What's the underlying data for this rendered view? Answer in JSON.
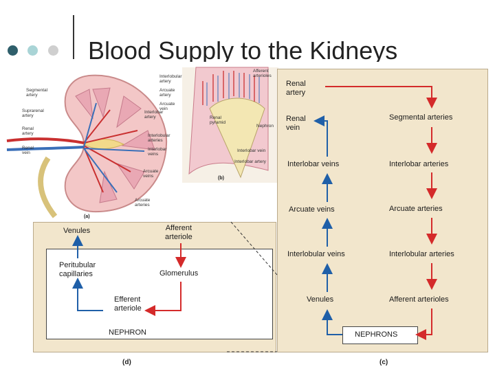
{
  "slide": {
    "title": "Blood Supply to the Kidneys",
    "bullet_colors": [
      "#2f5f6b",
      "#a9d4d6",
      "#cfcfcf"
    ]
  },
  "panel_a": {
    "letter": "(a)",
    "labels": {
      "segmental_artery": "Segmental\nartery",
      "suprarenal_artery": "Suprarenal\nartery",
      "renal_artery": "Renal\nartery",
      "renal_vein": "Renal\nvein",
      "interlobular_artery": "Interlobular\nartery",
      "arcuate_artery": "Arcuate\nartery",
      "arcuate_vein": "Arcuate\nvein",
      "interlobar_artery": "Interlobar\nartery",
      "interlobular_arteries": "Interlobular\narteries",
      "interlobar_veins": "Interlobar\nveins",
      "arcuate_veins": "Arcuate\nveins",
      "arcuate_arteries": "Arcuate\narteries"
    }
  },
  "panel_b": {
    "letter": "(b)",
    "labels": {
      "afferent_arterioles": "Afferent\narterioles",
      "renal_pyramid": "Renal\npyramid",
      "nephron": "Nephron",
      "interlobar_vein": "Interlobar vein",
      "interlobar_artery": "Interlobar artery"
    }
  },
  "panel_c": {
    "letter": "(c)",
    "left_column": [
      "Renal\nvein",
      "Interlobar veins",
      "Arcuate veins",
      "Interlobular veins",
      "Venules"
    ],
    "right_column": [
      "Renal\nartery",
      "Segmental arteries",
      "Interlobar arteries",
      "Arcuate arteries",
      "Interlobular arteries",
      "Afferent arterioles"
    ],
    "nephrons_box": "NEPHRONS",
    "artery_color": "#d42a2a",
    "vein_color": "#1f5fa8"
  },
  "panel_d": {
    "letter": "(d)",
    "venules": "Venules",
    "afferent_arteriole": "Afferent\narteriole",
    "peritubular_capillaries": "Peritubular\ncapillaries",
    "glomerulus": "Glomerulus",
    "efferent_arteriole": "Efferent\narteriole",
    "nephron_box": "NEPHRON"
  }
}
